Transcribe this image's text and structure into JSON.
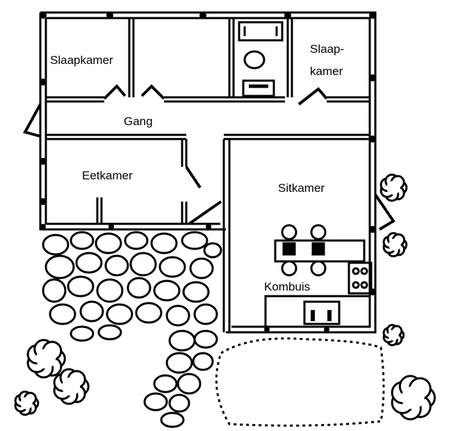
{
  "rooms": {
    "bedroom_left": "Slaapkamer",
    "bedroom_right_line1": "Slaap-",
    "bedroom_right_line2": "kamer",
    "hallway": "Gang",
    "dining_room": "Eetkamer",
    "living_room": "Sitkamer",
    "kitchen": "Kombuis"
  },
  "colors": {
    "ink": "#000000",
    "paper": "#ffffff"
  }
}
